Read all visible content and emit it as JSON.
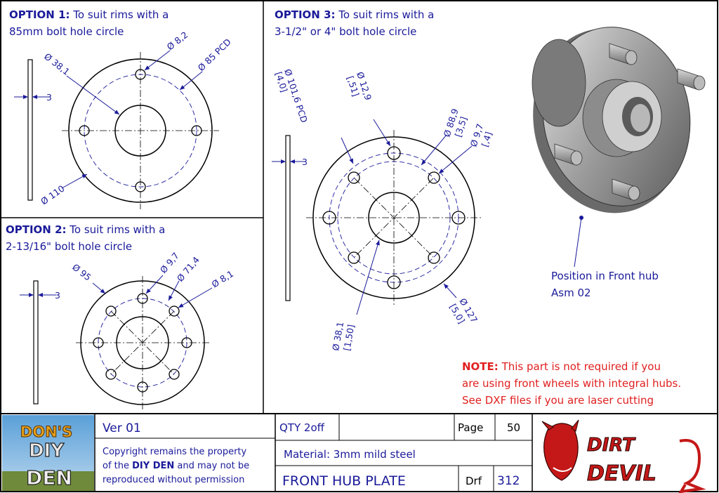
{
  "option1": {
    "title_bold": "OPTION 1:",
    "title_rest": " To suit rims with a",
    "line2": "85mm bolt hole circle",
    "dims": {
      "thickness": "3",
      "hub": "Ø 38,1",
      "hole": "Ø 8,2",
      "pcd": "Ø 85 PCD",
      "outer": "Ø 110"
    }
  },
  "option2": {
    "title_bold": "OPTION 2:",
    "title_rest": " To suit rims with a",
    "line2": "2-13/16\" bolt hole circle",
    "dims": {
      "thickness": "3",
      "outer": "Ø 95",
      "hole_large": "Ø 9,7",
      "pcd": "Ø 71,4",
      "hole_small": "Ø 8,1"
    }
  },
  "option3": {
    "title_bold": "OPTION 3:",
    "title_rest": " To suit rims with a",
    "line2": "3-1/2\" or 4\" bolt hole circle",
    "dims": {
      "thickness": "3",
      "pcd_mm": "Ø 101,6 PCD",
      "pcd_in": "[4,0]",
      "hole_a_mm": "Ø 12,9",
      "hole_a_in": "[,51]",
      "pcd2_mm": "Ø 88,9",
      "pcd2_in": "[3,5]",
      "hole_b_mm": "Ø 9,7",
      "hole_b_in": "[,4]",
      "hub_mm": "Ø 38,1",
      "hub_in": "[1,50]",
      "outer_mm": "Ø 127",
      "outer_in": "[5,0]"
    }
  },
  "iso_callout": {
    "line1": "Position in Front hub",
    "line2": "Asm 02"
  },
  "note": {
    "label": "NOTE:",
    "line1": " This part is not required if you",
    "line2": "are using front wheels with integral hubs.",
    "line3": "See DXF files if you are laser cutting"
  },
  "title_block": {
    "logo_left": {
      "line1": "DON'S",
      "line2": "DIY",
      "line3": "DEN"
    },
    "version": "Ver  01",
    "copyright_pre": "Copyright remains the property",
    "copyright_of": "of the ",
    "copyright_name": "DIY DEN",
    "copyright_post": " and may not be",
    "copyright_line3": "reproduced without permission",
    "qty": "QTY  2off",
    "page_label": "Page",
    "page_value": "50",
    "material": "Material:   3mm mild steel",
    "part_name": "FRONT HUB PLATE",
    "drf_label": "Drf",
    "drf_value": "312",
    "logo_right": {
      "line1": "DIRT",
      "line2": "DEVIL"
    }
  },
  "colors": {
    "ink": "#1a1a9a",
    "note": "#e02020",
    "logo_red": "#c41818"
  }
}
